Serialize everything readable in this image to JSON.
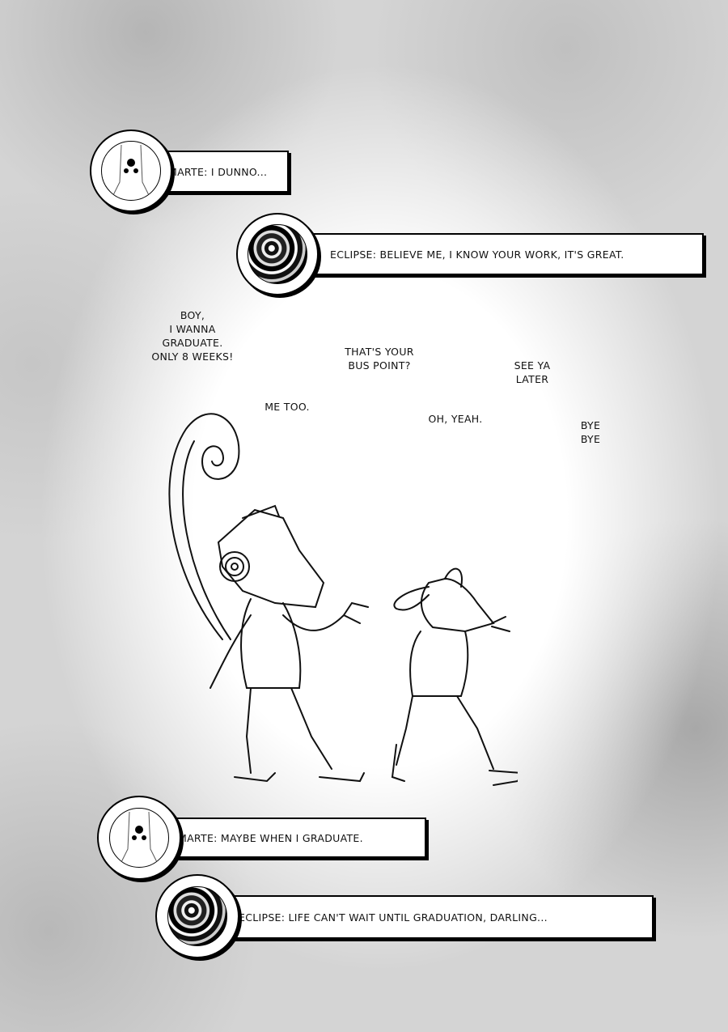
{
  "captions": [
    {
      "speaker_icon": "marte-portrait",
      "text": "MARTE: I DUNNO..."
    },
    {
      "speaker_icon": "eclipse-moon",
      "text": "ECLIPSE: BELIEVE ME, I KNOW YOUR WORK, IT'S GREAT."
    },
    {
      "speaker_icon": "marte-portrait",
      "text": "MARTE: MAYBE WHEN I GRADUATE."
    },
    {
      "speaker_icon": "eclipse-moon",
      "text": "ECLIPSE: LIFE CAN'T WAIT UNTIL GRADUATION, DARLING..."
    }
  ],
  "dialogue": {
    "boy": "BOY,\nI WANNA\nGRADUATE.\nONLY 8 WEEKS!",
    "bus": "THAT'S YOUR\nBUS POINT?",
    "see_ya": "SEE YA\nLATER",
    "me_too": "ME TOO.",
    "oh_yeah": "OH, YEAH.",
    "bye": "BYE\nBYE"
  }
}
